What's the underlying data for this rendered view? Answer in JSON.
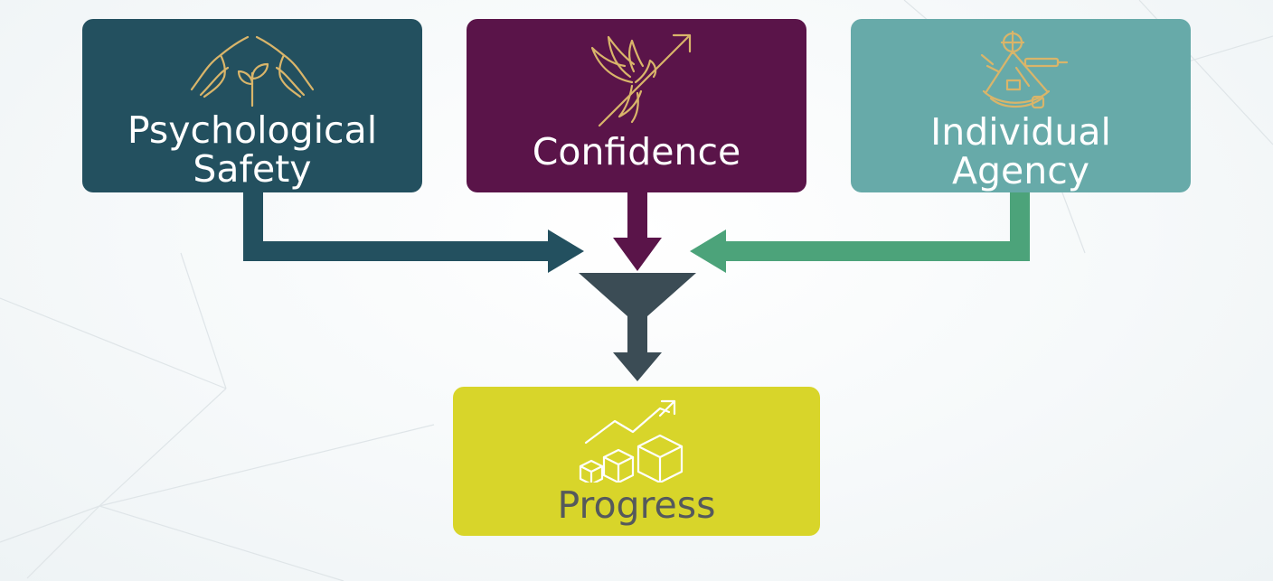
{
  "nodes": {
    "psychological_safety": {
      "label": "Psychological\nSafety"
    },
    "confidence": {
      "label": "Confidence"
    },
    "individual_agency": {
      "label": "Individual\nAgency"
    },
    "progress": {
      "label": "Progress"
    }
  },
  "icons": {
    "psychological_safety": "hands-sprout-icon",
    "confidence": "phoenix-arrow-icon",
    "individual_agency": "sextant-icon",
    "progress": "growth-chart-boxes-icon"
  },
  "colors": {
    "safety": "#23505f",
    "confidence": "#5a1449",
    "agency": "#67aaa9",
    "progress": "#d8d52a",
    "funnel": "#3b4c55",
    "icon_gold": "#d9b56a",
    "agency_connector": "#4ca37a"
  }
}
